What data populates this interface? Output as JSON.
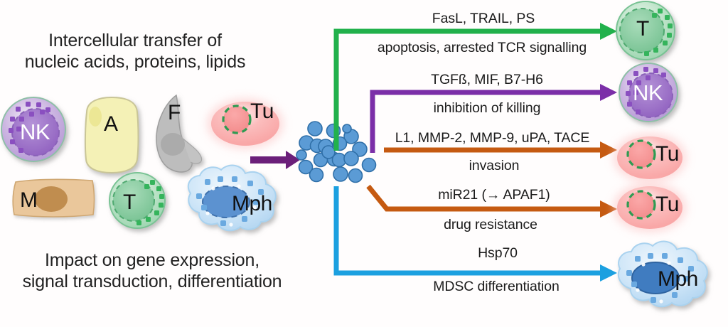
{
  "figure": {
    "left_panel": {
      "top_caption_line1": "Intercellular transfer of",
      "top_caption_line2": "nucleic acids, proteins, lipids",
      "bottom_caption_line1": "Impact on gene expression,",
      "bottom_caption_line2": "signal transduction, differentiation",
      "source_cells": [
        {
          "id": "nk",
          "label": "NK",
          "color": "#9a6fc4"
        },
        {
          "id": "a",
          "label": "A",
          "color": "#f2f0b4"
        },
        {
          "id": "f",
          "label": "F",
          "color": "#b5b5b5"
        },
        {
          "id": "tu",
          "label": "Tu",
          "color": "#f6a6a6"
        },
        {
          "id": "m",
          "label": "M",
          "color": "#e8c69a"
        },
        {
          "id": "t",
          "label": "T",
          "color": "#86c99a"
        },
        {
          "id": "mph",
          "label": "Mph",
          "color": "#bedcf2"
        }
      ],
      "transfer_arrow_color": "#6b1f7a"
    },
    "exosomes": {
      "name": "exosome-vesicles",
      "count": 20,
      "fill": "#5b9bd5",
      "stroke": "#2f6fa8"
    },
    "pathways": [
      {
        "id": "apoptosis",
        "color": "#22b14c",
        "molecules": "FasL, TRAIL,  PS",
        "effect": "apoptosis, arrested TCR  signalling",
        "target_label": "T",
        "target_type": "t-cell"
      },
      {
        "id": "inhibition",
        "color": "#7b2fa8",
        "molecules": "TGFß, MIF, B7-H6",
        "effect": "inhibition of killing",
        "target_label": "NK",
        "target_type": "nk-cell"
      },
      {
        "id": "invasion",
        "color": "#c55a11",
        "molecules": "L1, MMP-2, MMP-9, uPA, TACE",
        "effect": "invasion",
        "target_label": "Tu",
        "target_type": "tumor-cell"
      },
      {
        "id": "drug-resistance",
        "color": "#c55a11",
        "molecules": "miR21 (→ APAF1)",
        "effect": "drug resistance",
        "target_label": "Tu",
        "target_type": "tumor-cell"
      },
      {
        "id": "mdsc",
        "color": "#1ca0e0",
        "molecules": "Hsp70",
        "effect": "MDSC differentiation",
        "target_label": "Mph",
        "target_type": "macrophage"
      }
    ]
  }
}
